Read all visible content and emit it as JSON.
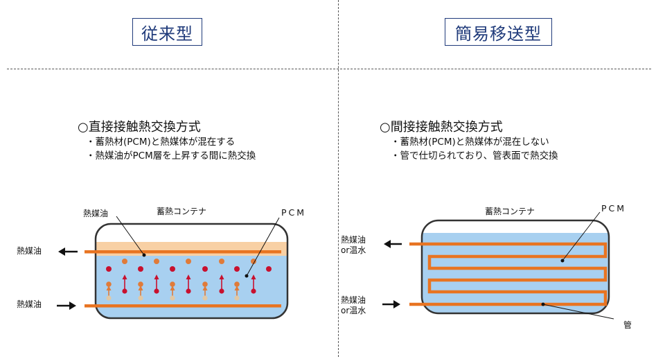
{
  "left": {
    "title": "従来型",
    "heading": "○直接接触熱交換方式",
    "bullets": [
      "・蓄熱材(PCM)と熱媒体が混在する",
      "・熱媒油がPCM層を上昇する間に熱交換"
    ],
    "labels": {
      "container": "蓄熱コンテナ",
      "oil_in_pipe": "熱媒油",
      "pcm": "PCM",
      "outlet": "熱媒油",
      "inlet": "熱媒油"
    }
  },
  "right": {
    "title": "簡易移送型",
    "heading": "○間接接触熱交換方式",
    "bullets": [
      "・蓄熱材(PCM)と熱媒体が混在しない",
      "・管で仕切られており、管表面で熱交換"
    ],
    "labels": {
      "container": "蓄熱コンテナ",
      "pcm": "PCM",
      "outlet_line1": "熱媒油",
      "outlet_line2": "or温水",
      "inlet_line1": "熱媒油",
      "inlet_line2": "or温水",
      "tube": "管"
    }
  },
  "colors": {
    "title_text": "#1f3a7a",
    "pcm_fill": "#a8d0f0",
    "oil_layer": "#f8d0a4",
    "pipe": "#e87422",
    "droplet_red": "#c8102e",
    "droplet_orange": "#e07b39",
    "droplet_beige": "#e0c8a6",
    "container_outline": "#333333"
  }
}
